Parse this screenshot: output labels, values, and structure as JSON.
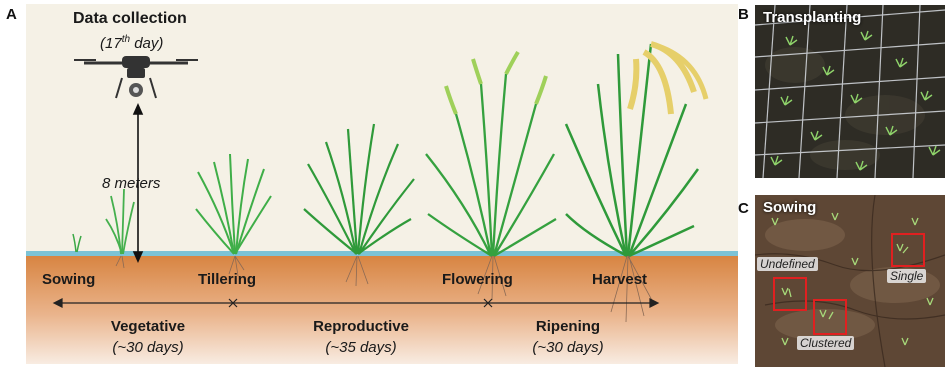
{
  "panels": {
    "a": "A",
    "b": "B",
    "c": "C"
  },
  "drone": {
    "title": "Data collection",
    "day_prefix": "(17",
    "day_sup": "th",
    "day_suffix": " day)",
    "height": "8 meters"
  },
  "stages": [
    "Sowing",
    "Tillering",
    "Flowering",
    "Harvest"
  ],
  "phases": [
    {
      "name": "Vegetative",
      "days": "(~30 days)"
    },
    {
      "name": "Reproductive",
      "days": "(~35 days)"
    },
    {
      "name": "Ripening",
      "days": "(~30 days)"
    }
  ],
  "photo_b": {
    "title": "Transplanting"
  },
  "photo_c": {
    "title": "Sowing",
    "tags": [
      "Undefined",
      "Single",
      "Clustered"
    ]
  },
  "colors": {
    "sky": "#f5f1e6",
    "water": "#7cc3d6",
    "soil_top": "#d9884c",
    "soil_bottom": "#f6e6d8",
    "leaf": "#2f9a3a",
    "panicle": "#e6cf6a",
    "box": "#e02020"
  }
}
